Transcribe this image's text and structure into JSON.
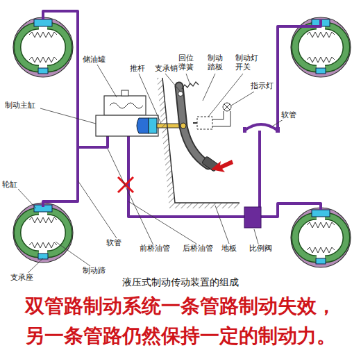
{
  "diagram": {
    "caption": "液压式制动传动装置的组成",
    "labels": [
      "储油罐",
      "推杆",
      "支承销",
      "回位弹簧",
      "制动踏板",
      "制动灯开关",
      "指示灯",
      "制动主缸",
      "软管",
      "轮缸",
      "软管",
      "前桥油管",
      "后桥油管",
      "制动蹄",
      "支承座",
      "地板",
      "比例阀",
      "双管路制动系统一条管路制动失效，",
      "另一条管路仍然保持一定的制动力。"
    ]
  }
}
